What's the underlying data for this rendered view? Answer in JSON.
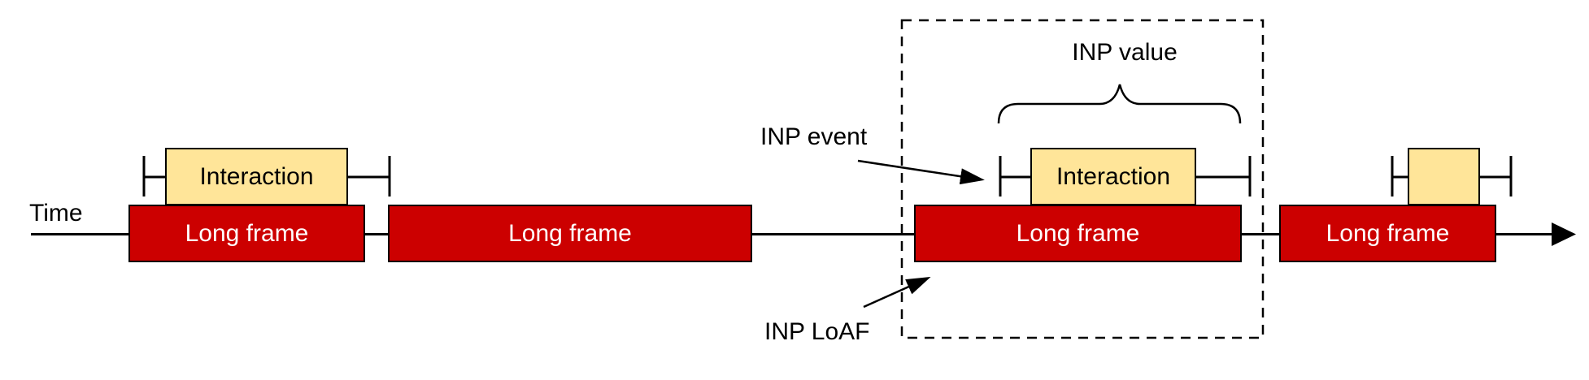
{
  "timeline": {
    "label": "Time"
  },
  "frames": [
    {
      "label": "Long frame"
    },
    {
      "label": "Long frame"
    },
    {
      "label": "Long frame"
    },
    {
      "label": "Long frame"
    }
  ],
  "interactions": [
    {
      "label": "Interaction"
    },
    {
      "label": "Interaction"
    },
    {
      "label": ""
    }
  ],
  "annotations": {
    "inp_value": "INP value",
    "inp_event": "INP event",
    "inp_loaf": "INP LoAF"
  },
  "colors": {
    "frame_fill": "#cc0000",
    "interaction_fill": "#ffe599",
    "line_color": "#000000",
    "text_on_frame": "#ffffff",
    "text_color": "#000000",
    "bg": "#ffffff"
  }
}
